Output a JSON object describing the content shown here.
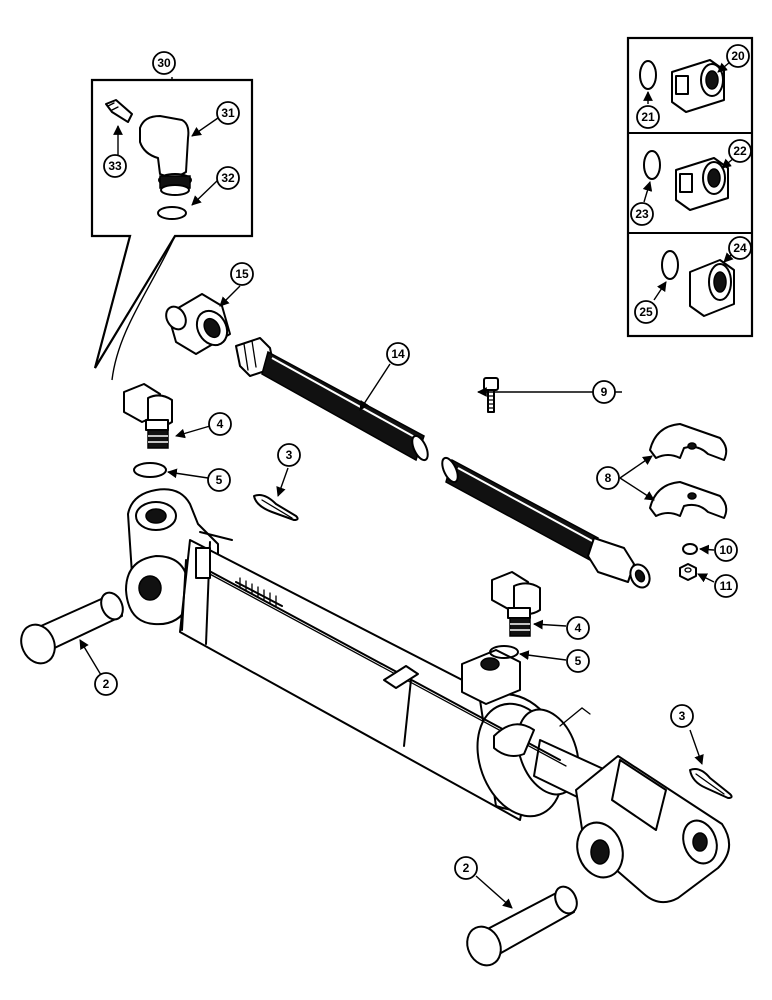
{
  "callouts": {
    "c30": "30",
    "c31": "31",
    "c32": "32",
    "c33": "33",
    "c20": "20",
    "c21": "21",
    "c22": "22",
    "c23": "23",
    "c24": "24",
    "c25": "25",
    "c15": "15",
    "c14": "14",
    "c9": "9",
    "c8": "8",
    "c4a": "4",
    "c5a": "5",
    "c3a": "3",
    "c10": "10",
    "c11": "11",
    "c4b": "4",
    "c5b": "5",
    "c2a": "2",
    "c3b": "3",
    "c2b": "2"
  }
}
